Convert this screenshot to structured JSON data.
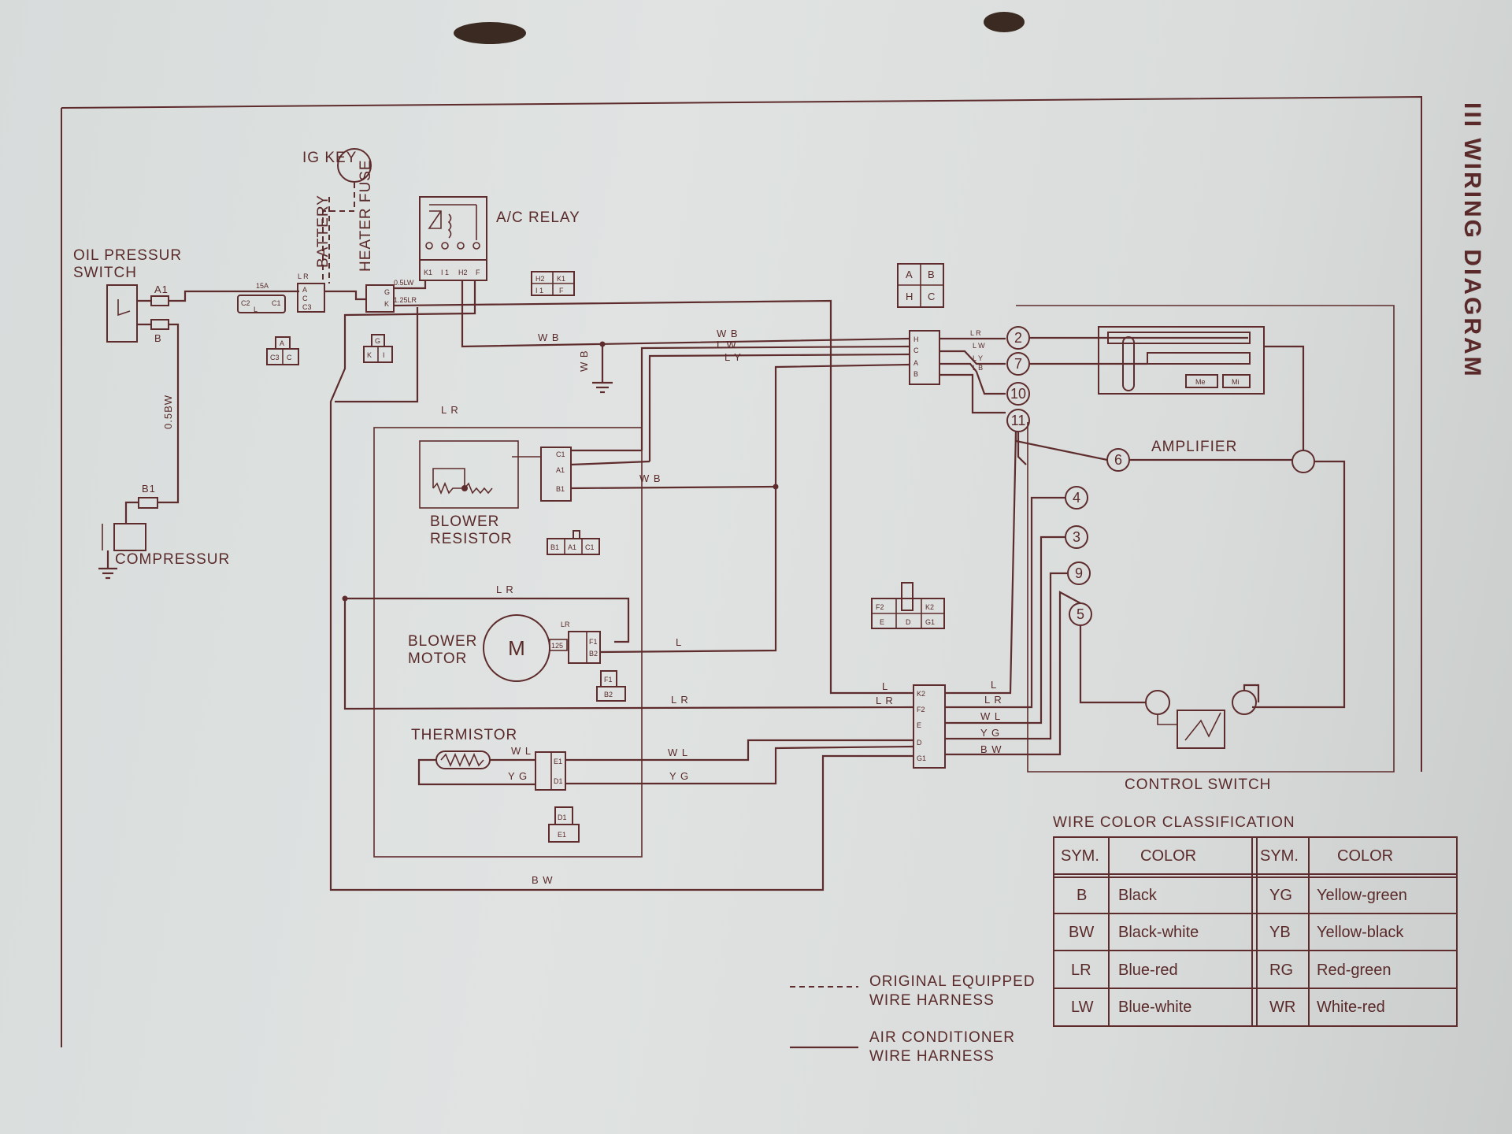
{
  "title": "III  WIRING DIAGRAM",
  "components": {
    "ig_key": "IG KEY",
    "battery": "BATTERY",
    "heater_fuse": "HEATER FUSE",
    "ac_relay": "A/C RELAY",
    "oil_pressure_switch": "OIL PRESSUR SWITCH",
    "compressor": "COMPRESSUR",
    "blower_resistor": "BLOWER RESISTOR",
    "blower_motor": "BLOWER MOTOR",
    "motor_symbol": "M",
    "thermistor": "THERMISTOR",
    "amplifier": "AMPLIFIER",
    "control_switch": "CONTROL SWITCH",
    "fuse_rating": "15A"
  },
  "wire_labels": {
    "a1": "A1",
    "b": "B",
    "b1": "B1",
    "bw_05": "0.5BW",
    "lr_top": "L R",
    "slw": "0.5LW",
    "lr125": "1.25LR",
    "wb_main": "W B",
    "wb_vert": "W B",
    "wb_top": "W B",
    "lw_top": "L W",
    "ly_top": "L Y",
    "lr_left": "L R",
    "wb_res": "W B",
    "lr_mid": "L R",
    "l_motor": "L",
    "lr_motor": "LR",
    "lr_low": "L R",
    "l_k2": "L",
    "lr_k2": "L R",
    "wl_th": "W L",
    "yg_th": "Y G",
    "wl_mid": "W L",
    "yg_mid": "Y G",
    "bw_bottom": "B W",
    "r_lr": "L R",
    "r_lw": "L W",
    "r_ly": "L Y",
    "r_lb": "L B",
    "b_l": "L",
    "b_lr": "L R",
    "b_wl": "W L",
    "b_yg": "Y G",
    "b_bw": "B W",
    "res_top": "125"
  },
  "connectors": {
    "oil_a1": "A1",
    "oil_b": "B",
    "fuse_pins": [
      "A",
      "C",
      "C3"
    ],
    "fuse_key_pins": [
      "C2",
      "L",
      "C1"
    ],
    "heater_pins": [
      "G",
      "K"
    ],
    "relay_pins": [
      "K1",
      "I 1",
      "H2",
      "F"
    ],
    "relay_plug": [
      "H2",
      "K1",
      "I 1",
      "F"
    ],
    "ac_plug": [
      "A",
      "C3",
      "C"
    ],
    "g_plug": [
      "G",
      "K",
      "I"
    ],
    "hcab_plug": [
      "A",
      "B",
      "H",
      "C"
    ],
    "hcab_pins": [
      "H",
      "C",
      "A",
      "B"
    ],
    "res_pins": [
      "C1",
      "A1",
      "B1"
    ],
    "res_plug": [
      "B1",
      "A1",
      "C1"
    ],
    "motor_pins": [
      "F1",
      "B2"
    ],
    "motor_plug": [
      "F1",
      "B2"
    ],
    "therm_pins": [
      "E1",
      "D1"
    ],
    "therm_plug": [
      "D1",
      "E1"
    ],
    "main_pins": [
      "K2",
      "F2",
      "E",
      "D",
      "G1"
    ],
    "main_plug": [
      "F2",
      "K2",
      "E",
      "D",
      "G1"
    ],
    "amp_meters": [
      "Me",
      "Mi"
    ],
    "amp_terminals": [
      "2",
      "7",
      "10",
      "11",
      "6",
      "4",
      "3",
      "9",
      "5"
    ]
  },
  "legend": {
    "original": "ORIGINAL EQUIPPED WIRE HARNESS",
    "original_l1": "ORIGINAL EQUIPPED",
    "original_l2": "WIRE HARNESS",
    "ac_l1": "AIR CONDITIONER",
    "ac_l2": "WIRE HARNESS"
  },
  "wire_color_table": {
    "title": "WIRE COLOR CLASSIFICATION",
    "headers": [
      "SYM.",
      "COLOR",
      "SYM.",
      "COLOR"
    ],
    "rows": [
      [
        "B",
        "Black",
        "YG",
        "Yellow-green"
      ],
      [
        "BW",
        "Black-white",
        "YB",
        "Yellow-black"
      ],
      [
        "LR",
        "Blue-red",
        "RG",
        "Red-green"
      ],
      [
        "LW",
        "Blue-white",
        "WR",
        "White-red"
      ]
    ]
  }
}
